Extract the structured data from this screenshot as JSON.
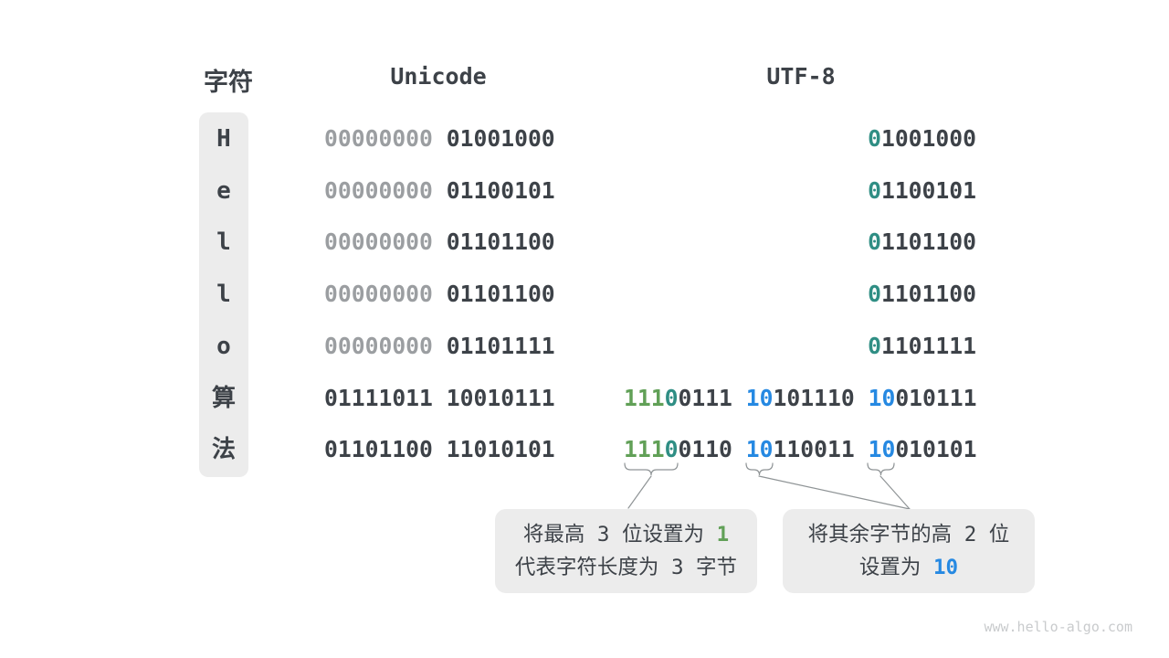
{
  "header": {
    "char": "字符",
    "unicode": "Unicode",
    "utf8": "UTF-8"
  },
  "colors": {
    "dark": "#3d4248",
    "gray_leading_zeros": "#9b9ea1",
    "teal_single_byte_flag": "#2f8e84",
    "green_length_bits": "#61a057",
    "blue_continuation_bits": "#2689e2",
    "cell_background": "#ececec",
    "connector_stroke": "#8f9496",
    "watermark": "#c9cbcd"
  },
  "rows": [
    {
      "char": "H",
      "unicode": [
        {
          "t": "00000000",
          "c": "gray"
        },
        {
          "t": " 01001000",
          "c": "dark"
        }
      ],
      "utf8": [
        {
          "t": "0",
          "c": "teal"
        },
        {
          "t": "1001000",
          "c": "dark"
        }
      ]
    },
    {
      "char": "e",
      "unicode": [
        {
          "t": "00000000",
          "c": "gray"
        },
        {
          "t": " 01100101",
          "c": "dark"
        }
      ],
      "utf8": [
        {
          "t": "0",
          "c": "teal"
        },
        {
          "t": "1100101",
          "c": "dark"
        }
      ]
    },
    {
      "char": "l",
      "unicode": [
        {
          "t": "00000000",
          "c": "gray"
        },
        {
          "t": " 01101100",
          "c": "dark"
        }
      ],
      "utf8": [
        {
          "t": "0",
          "c": "teal"
        },
        {
          "t": "1101100",
          "c": "dark"
        }
      ]
    },
    {
      "char": "l",
      "unicode": [
        {
          "t": "00000000",
          "c": "gray"
        },
        {
          "t": " 01101100",
          "c": "dark"
        }
      ],
      "utf8": [
        {
          "t": "0",
          "c": "teal"
        },
        {
          "t": "1101100",
          "c": "dark"
        }
      ]
    },
    {
      "char": "o",
      "unicode": [
        {
          "t": "00000000",
          "c": "gray"
        },
        {
          "t": " 01101111",
          "c": "dark"
        }
      ],
      "utf8": [
        {
          "t": "0",
          "c": "teal"
        },
        {
          "t": "1101111",
          "c": "dark"
        }
      ]
    },
    {
      "char": "算",
      "unicode": [
        {
          "t": "01111011 10010111",
          "c": "dark"
        }
      ],
      "utf8": [
        {
          "t": "111",
          "c": "green"
        },
        {
          "t": "0",
          "c": "teal"
        },
        {
          "t": "0111 ",
          "c": "dark"
        },
        {
          "t": "10",
          "c": "blue"
        },
        {
          "t": "101110 ",
          "c": "dark"
        },
        {
          "t": "10",
          "c": "blue"
        },
        {
          "t": "010111",
          "c": "dark"
        }
      ]
    },
    {
      "char": "法",
      "unicode": [
        {
          "t": "01101100 11010101",
          "c": "dark"
        }
      ],
      "utf8": [
        {
          "t": "111",
          "c": "green"
        },
        {
          "t": "0",
          "c": "teal"
        },
        {
          "t": "0110 ",
          "c": "dark"
        },
        {
          "t": "10",
          "c": "blue"
        },
        {
          "t": "110011 ",
          "c": "dark"
        },
        {
          "t": "10",
          "c": "blue"
        },
        {
          "t": "010101",
          "c": "dark"
        }
      ]
    }
  ],
  "annotations": {
    "left_box": {
      "line1_text": "将最高 3 位设置为 ",
      "line1_highlight": "1",
      "line2_text": "代表字符长度为 3 字节"
    },
    "right_box": {
      "line1_text": "将其余字节的高 2 位",
      "line2_text": "设置为 ",
      "line2_highlight": "10"
    }
  },
  "watermark": "www.hello-algo.com"
}
